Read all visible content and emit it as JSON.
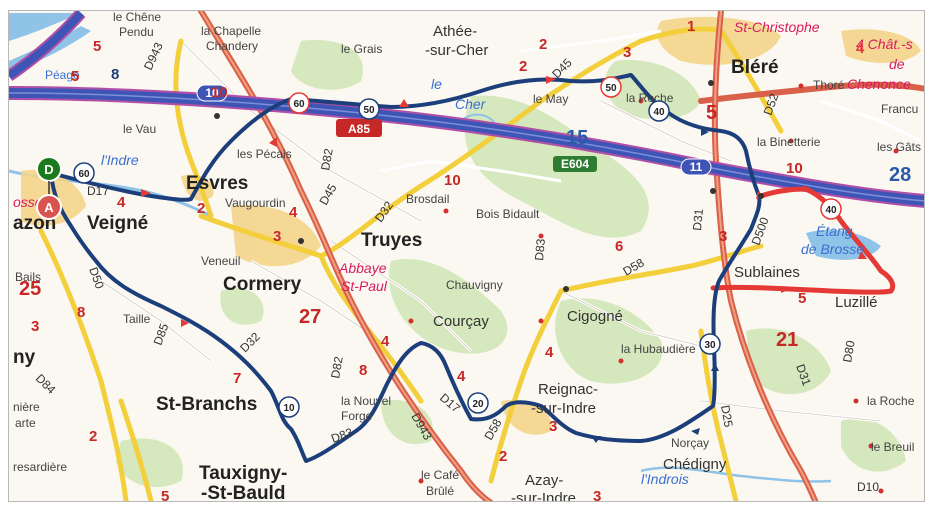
{
  "map": {
    "towns": {
      "athee": [
        "Athée-",
        "-sur-Cher"
      ],
      "blere": "Bléré",
      "st_christophe": "St-Christophe",
      "chat": [
        "4 Chât.-s",
        "de",
        "Chenonce"
      ],
      "francu": "Francu",
      "thore": "Thoré",
      "la_chapelle": [
        "la Chapelle",
        "Chandery"
      ],
      "le_grais": "le Grais",
      "pendu": [
        "le Chêne",
        "Pendu"
      ],
      "peage": "Péage",
      "le_vau": "le Vau",
      "les_pecais": "les Pécais",
      "esvres": "Esvres",
      "vaugourdin": "Vaugourdin",
      "veigne": "Veigné",
      "azon": "azon",
      "truyes": "Truyes",
      "brosdail": "Brosdail",
      "bois_bidault": "Bois Bidault",
      "le_may": "le May",
      "la_roche_top": "la Roche",
      "la_binetterie": "la Binetterie",
      "les_gats": "les Gâts",
      "cormery": "Cormery",
      "abbaye": [
        "Abbaye",
        "St-Paul"
      ],
      "veneuil": "Veneuil",
      "chauvigny": "Chauvigny",
      "courcay": "Courçay",
      "cigogne": "Cigogné",
      "sublaines": "Sublaines",
      "luzille": "Luzillé",
      "etang": [
        "Étang",
        "de Brosse"
      ],
      "la_hubaudiere": "la Hubaudière",
      "taille": "Taille",
      "bails": "Bails",
      "st_branchs": "St-Branchs",
      "la_nouvelle_forge": [
        "la Nouvel",
        "Forge"
      ],
      "reignac": [
        "Reignac-",
        "-sur-Indre"
      ],
      "norcay": "Norçay",
      "chedigny": "Chédigny",
      "tauxigny": [
        "Tauxigny-",
        "-St-Bauld"
      ],
      "le_cafe_brule": [
        "le Café",
        "Brûlé"
      ],
      "azay": [
        "Azay-",
        "-sur-Indre"
      ],
      "la_roche_bottom": "la Roche",
      "le_breuil": "le Breuil",
      "ny": "ny",
      "niere": [
        "nière",
        "arte"
      ],
      "resardiere": "resardière",
      "indre_river": "l'Indre",
      "indrois": "l'Indrois",
      "le_cher": [
        "le",
        "Cher"
      ],
      "vosse": "osse"
    },
    "roads": {
      "a85": "A85",
      "e604": "E604",
      "d943_top": "D943",
      "d82_top": "D82",
      "d45": "D45",
      "d32_mid": "D32",
      "d83_mid": "D83",
      "d31_right": "D31",
      "d500": "D500",
      "d58_right": "D58",
      "d52": "D52",
      "d17": "D17",
      "d50": "D50",
      "d84": "D84",
      "d85": "D85",
      "d32_left": "D32",
      "d82_bottom": "D82",
      "d83_bottom": "D83",
      "d943_bottom": "D943",
      "d17_bottom": "D17",
      "d58_bottom": "D58",
      "d25": "D25",
      "d31_bottom": "D31",
      "d80": "D80",
      "d10": "D10",
      "d45_top": "D45"
    },
    "shields": {
      "exit10": "10",
      "exit11": "11"
    },
    "distance_numbers": {
      "n8": "8",
      "n5a": "5",
      "n10a": "10",
      "n15": "15",
      "n28": "28",
      "n25": "25",
      "n27": "27",
      "n21": "21",
      "n4a": "4",
      "n2a": "2",
      "n4b": "4",
      "n3a": "3",
      "n2b": "2",
      "n2c": "2",
      "n3b": "3",
      "n10b": "10",
      "n6": "6",
      "n4c": "4",
      "n3c": "3",
      "n5b": "5",
      "n10c": "10",
      "n5c": "5",
      "n1": "1",
      "n4d": "4",
      "n8b": "8",
      "n7": "7",
      "n4e": "4",
      "n8c": "8",
      "n4f": "4",
      "n3d": "3",
      "n2d": "2",
      "n3e": "3",
      "n2e": "2",
      "n5d": "5",
      "n3f": "3",
      "n5e": "5"
    },
    "markers": {
      "depart": "D",
      "arrivee": "A"
    },
    "km_markers": [
      "60",
      "60",
      "50",
      "50",
      "40",
      "40",
      "30",
      "20",
      "10"
    ],
    "colors": {
      "route_blue": "#1c3f7c",
      "route_red": "#e53935",
      "motorway": "#3f55b5",
      "motorway_border": "#b04fa8",
      "major_road": "#d9604a",
      "secondary_road": "#f3cf3b",
      "water": "#8fc3e8",
      "forest": "#cfe5b4",
      "urban": "#f4d48a",
      "marker_green": "#1b7a1b",
      "marker_red": "#d9534f"
    }
  }
}
